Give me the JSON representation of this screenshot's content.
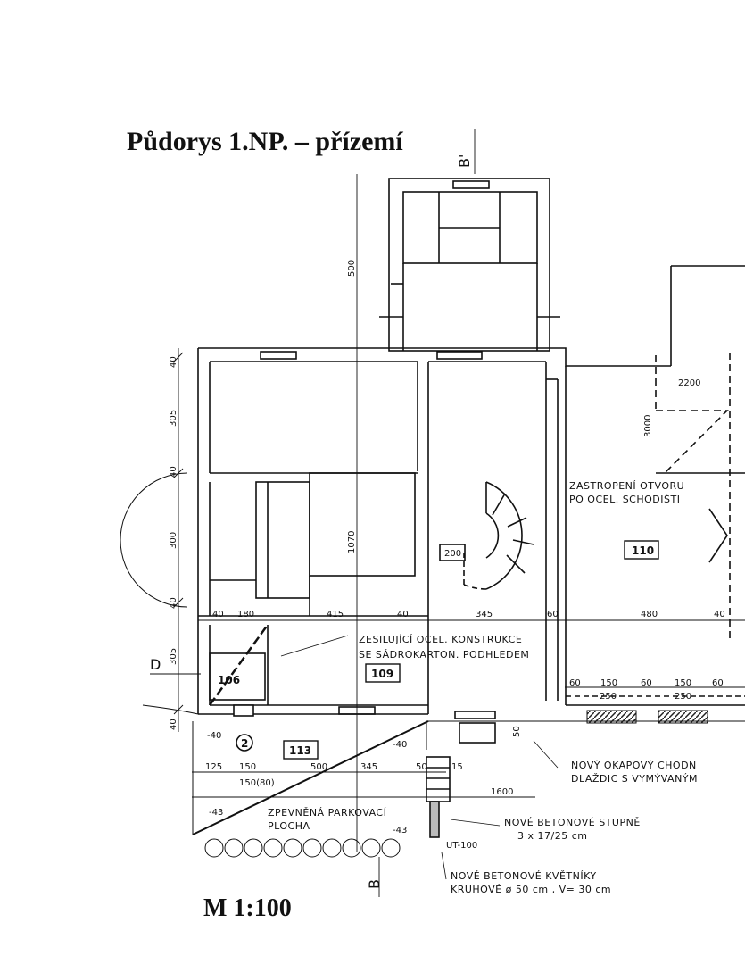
{
  "document": {
    "title": "Půdorys 1.NP. – přízemí",
    "scale": "M 1:100",
    "section_mark_top": "B'",
    "section_mark_bottom": "B",
    "section_mark_left": "D"
  },
  "rooms": {
    "r106": "106",
    "r109": "109",
    "r110": "110",
    "r113": "113",
    "marker2": "2"
  },
  "notes": {
    "zastropeni_1": "ZASTROPENÍ OTVORU",
    "zastropeni_2": "PO OCEL. SCHODIŠTI",
    "zesilujici_1": "ZESILUJÍCÍ OCEL. KONSTRUKCE",
    "zesilujici_2": "SE SÁDROKARTON. PODHLEDEM",
    "okapovy_1": "NOVÝ OKAPOVÝ CHODN",
    "okapovy_2": "DLAŽDIC S VYMÝVANÝM",
    "stupne_1": "NOVÉ BETONOVÉ STUPNĚ",
    "stupne_2": "3 x 17/25 cm",
    "kvetniky_1": "NOVÉ BETONOVÉ KVĚTNÍKY",
    "kvetniky_2": "KRUHOVÉ ø 50 cm , V= 30 cm",
    "parkovaci_1": "ZPEVNĚNÁ PARKOVACÍ",
    "parkovaci_2": "PLOCHA",
    "ut100": "UT-100"
  },
  "dimensions_horizontal": {
    "d40a": "40",
    "d180": "180",
    "d415": "415",
    "d40b": "40",
    "d345a": "345",
    "d60a": "60",
    "d480": "480",
    "d40c": "40",
    "d60b": "60",
    "d150a": "150",
    "d60c": "60",
    "d150b": "150",
    "d60d": "60",
    "d250a": "250",
    "d250b": "250",
    "d125": "125",
    "d150c": "150",
    "d500": "500",
    "d345b": "345",
    "d150_80": "150(80)",
    "d1600": "1600",
    "d50a": "50",
    "d15": "15",
    "d2200": "2200",
    "d200": "200"
  },
  "dimensions_vertical": {
    "v40a": "40",
    "v305a": "305",
    "v40b": "40",
    "v300": "300",
    "v40c": "40",
    "v305b": "305",
    "v40d": "40",
    "v500": "500",
    "v1070": "1070",
    "v3000": "3000",
    "v50": "50"
  },
  "levels": {
    "l40a": "-40",
    "l40b": "-40",
    "l43a": "-43",
    "l43b": "-43"
  }
}
